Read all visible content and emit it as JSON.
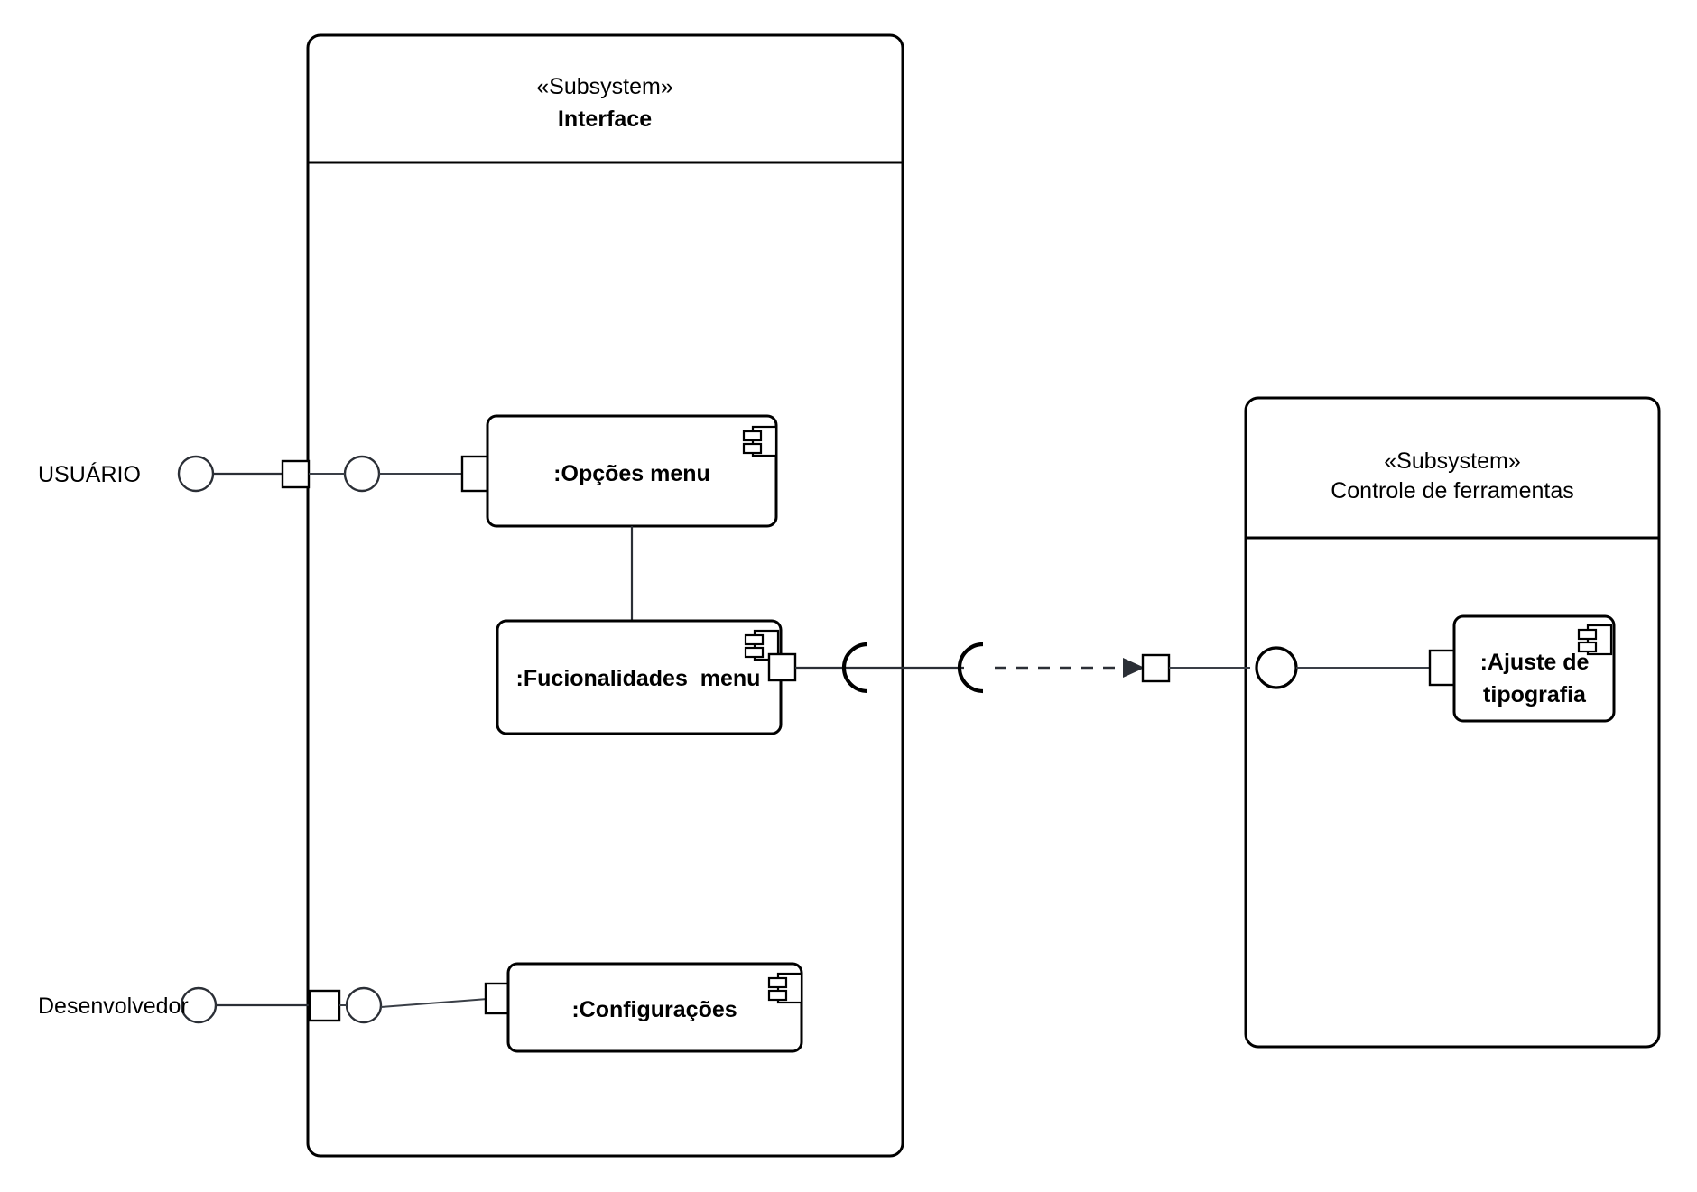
{
  "diagram": {
    "type": "uml-component-diagram",
    "title": "",
    "background_color": "#ffffff",
    "line_color": "#000000",
    "accent_color": "#2b2f36"
  },
  "subsystems": [
    {
      "id": "interface",
      "stereotype": "«Subsystem»",
      "name": "Interface",
      "name_bold": true
    },
    {
      "id": "controle",
      "stereotype": "«Subsystem»",
      "name": "Controle de ferramentas",
      "name_bold": false
    }
  ],
  "components": [
    {
      "id": "opcoes-menu",
      "label": ":Opções menu",
      "lines": [
        ":Opções menu"
      ],
      "icon": "component-icon"
    },
    {
      "id": "funcionalidades-menu",
      "label": ":Fucionalidades_menu",
      "lines": [
        ":Fucionalidades_menu"
      ],
      "icon": "component-icon"
    },
    {
      "id": "configuracoes",
      "label": ":Configurações",
      "lines": [
        ":Configurações"
      ],
      "icon": "component-icon"
    },
    {
      "id": "ajuste-tipografia",
      "label": ":Ajuste de tipografia",
      "lines": [
        ":Ajuste de",
        "tipografia"
      ],
      "icon": "component-icon"
    }
  ],
  "actors": [
    {
      "id": "usuario",
      "label": "USUÁRIO"
    },
    {
      "id": "desenvolvedor",
      "label": "Desenvolvedor"
    }
  ],
  "connectors": {
    "usuario_to_opcoes": "assembly-connector",
    "desenvolvedor_to_configuracoes": "assembly-connector",
    "funcionalidades_to_ajuste": "dependency-arrow",
    "opcoes_to_funcionalidades": "association-line"
  },
  "interface_symbols": {
    "ball": "provided-interface-ball",
    "socket": "required-interface-socket",
    "port": "port-square"
  }
}
